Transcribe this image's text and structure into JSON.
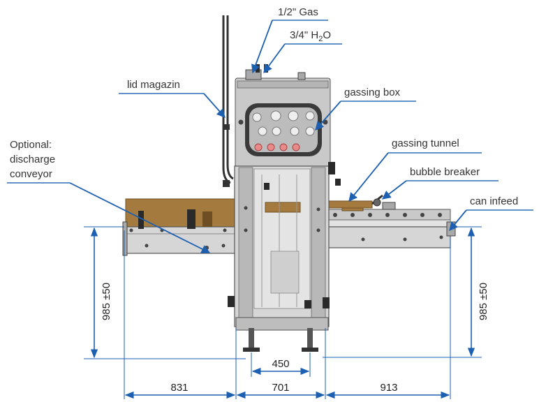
{
  "labels": {
    "gas": "1/2\" Gas",
    "h2o_prefix": "3/4\" H",
    "h2o_sub": "2",
    "h2o_suffix": "O",
    "lid_magazin": "lid magazin",
    "gassing_box": "gassing box",
    "optional_line1": "Optional:",
    "optional_line2": "discharge",
    "optional_line3": "conveyor",
    "gassing_tunnel": "gassing tunnel",
    "bubble_breaker": "bubble breaker",
    "can_infeed": "can infeed"
  },
  "dimensions": {
    "height_left": "985 ±50",
    "height_right": "985 ±50",
    "foot_span": "450",
    "left_width": "831",
    "center_width": "701",
    "right_width": "913"
  },
  "colors": {
    "annotation_blue": "#1d5fb0",
    "steel": "#c9c9c9",
    "wood": "#a57a3e"
  }
}
